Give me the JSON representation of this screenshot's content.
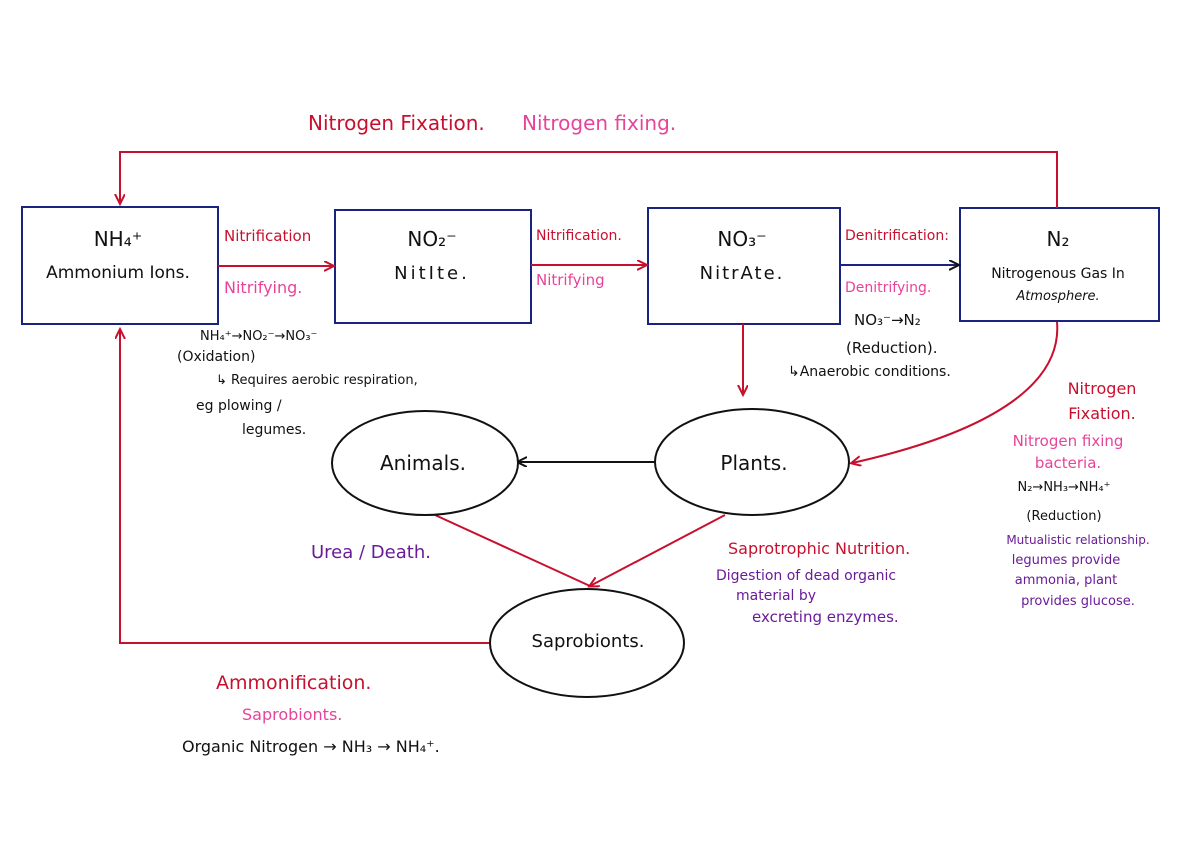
{
  "colors": {
    "red": "#c8102e",
    "pink": "#e8439a",
    "purple": "#6a1b9a",
    "navy": "#1a237e",
    "black": "#111111"
  },
  "top_arrow": {
    "label_red": "Nitrogen Fixation.",
    "label_pink": "Nitrogen fixing."
  },
  "boxes": {
    "ammonium": {
      "formula": "NH₄⁺",
      "name": "Ammonium Ions."
    },
    "nitrite": {
      "formula": "NO₂⁻",
      "name": "NitIte."
    },
    "nitrate": {
      "formula": "NO₃⁻",
      "name": "NitrAte."
    },
    "nitrogen": {
      "formula": "N₂",
      "name_line1": "Nitrogenous Gas In",
      "name_line2": "Atmosphere."
    }
  },
  "arrows": {
    "a1": {
      "red": "Nitrification",
      "pink": "Nitrifying."
    },
    "a2": {
      "red": "Nitrification.",
      "pink": "Nitrifying"
    },
    "a3": {
      "red": "Denitrification:",
      "pink": "Denitrifying."
    }
  },
  "oxidation_note": {
    "line1": "NH₄⁺→NO₂⁻→NO₃⁻",
    "line2": "(Oxidation)",
    "line3": "↳ Requires aerobic respiration,",
    "line4": "eg plowing /",
    "line5": "legumes."
  },
  "reduction_note": {
    "line1": "NO₃⁻→N₂",
    "line2": "(Reduction).",
    "line3": "↳Anaerobic conditions."
  },
  "ellipses": {
    "animals": "Animals.",
    "plants": "Plants.",
    "saprobionts": "Saprobionts."
  },
  "urea_label": "Urea / Death.",
  "saprotrophic": {
    "title": "Saprotrophic Nutrition.",
    "line1": "Digestion of dead organic",
    "line2": "material by",
    "line3": "excreting enzymes."
  },
  "fixation_side": {
    "line1": "Nitrogen",
    "line2": "Fixation.",
    "line3": "Nitrogen fixing",
    "line4": "bacteria.",
    "line5": "N₂→NH₃→NH₄⁺",
    "line6": "(Reduction)",
    "line7": "Mutualistic relationship.",
    "line8": "legumes provide",
    "line9": "ammonia, plant",
    "line10": "provides glucose."
  },
  "ammonification": {
    "red": "Ammonification.",
    "pink": "Saprobionts.",
    "formula": "Organic Nitrogen → NH₃ → NH₄⁺."
  }
}
